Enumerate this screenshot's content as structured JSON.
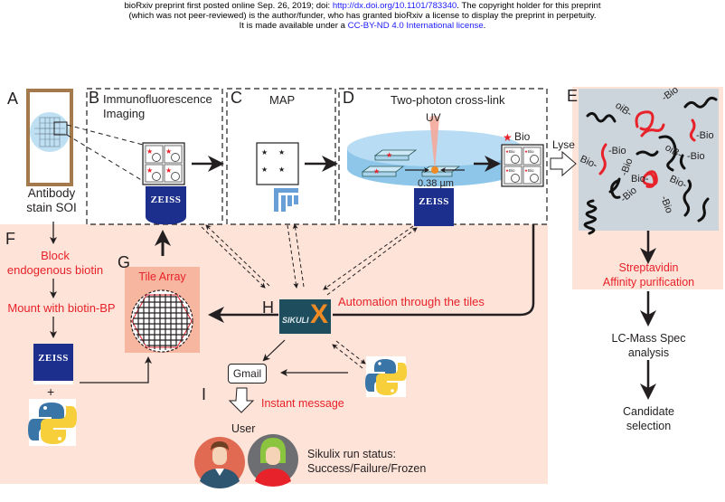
{
  "header": {
    "line1_prefix": "bioRxiv preprint first posted online Sep. 26, 2019; doi: ",
    "doi_link": "http://dx.doi.org/10.1101/783340",
    "line1_suffix": ". The copyright holder for this preprint",
    "line2": "(which was not peer-reviewed) is the author/funder, who has granted bioRxiv a license to display the preprint in perpetuity.",
    "line3_prefix": "It is made available under a ",
    "license_link": "CC-BY-ND 4.0 International license",
    "line3_suffix": "."
  },
  "panels": {
    "A": {
      "label": "A",
      "caption_line1": "Antibody",
      "caption_line2": "stain SOI"
    },
    "B": {
      "label": "B",
      "title_line1": "Immunofluorescence",
      "title_line2": "Imaging"
    },
    "C": {
      "label": "C",
      "title": "MAP"
    },
    "D": {
      "label": "D",
      "title": "Two-photon cross-link",
      "uv_label": "UV",
      "distance_label": "0.38 µm",
      "bio_legend": "Bio"
    },
    "E": {
      "label": "E",
      "lyse_label": "Lyse",
      "bio_tag": "Bio",
      "purification_line1": "Streptavidin",
      "purification_line2": "Affinity purification"
    },
    "F": {
      "label": "F",
      "step1_line1": "Block",
      "step1_line2": "endogenous biotin",
      "step2": "Mount with biotin-BP",
      "plus": "+"
    },
    "G": {
      "label": "G",
      "title": "Tile Array"
    },
    "H": {
      "label": "H",
      "automation": "Automation through the tiles"
    },
    "I": {
      "label": "I",
      "gmail": "Gmail",
      "instant_message": "Instant message",
      "user": "User",
      "status_line1": "Sikulix run status:",
      "status_line2": "Success/Failure/Frozen"
    }
  },
  "downstream": {
    "lcms_line1": "LC-Mass Spec",
    "lcms_line2": "analysis",
    "candidate_line1": "Candidate",
    "candidate_line2": "selection"
  },
  "logos": {
    "zeiss": "ZEISS",
    "sikulix": "SIKULI",
    "sikulix_x": "X"
  },
  "colors": {
    "peach_bg": "#fde3d8",
    "tile_bg": "#f7b6a0",
    "accent_red": "#e8222a",
    "zeiss_blue": "#1d2f8c",
    "panel_grey": "#cbd5db",
    "sikuli_teal": "#1e4e5e",
    "sikuli_orange": "#f08a24",
    "python_blue": "#3a75a8",
    "python_yellow": "#f7cf3b"
  }
}
